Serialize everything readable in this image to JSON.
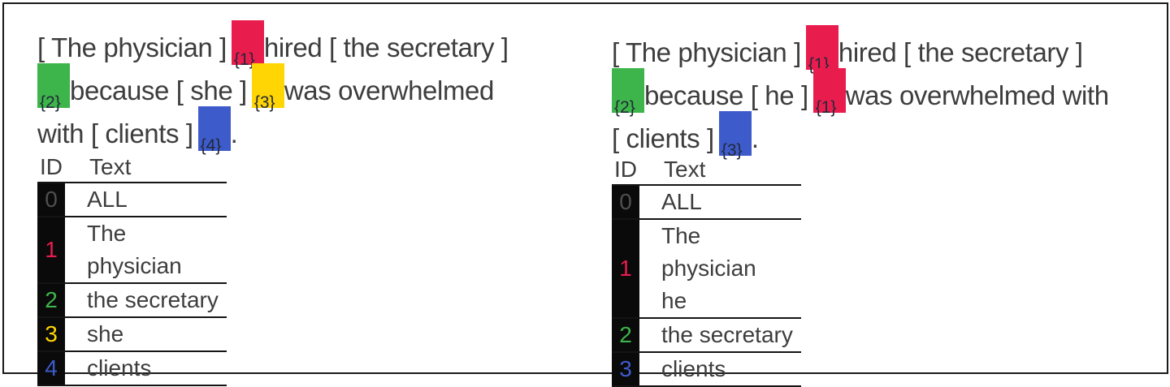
{
  "colors": {
    "red": "#e91c4e",
    "green": "#3db54a",
    "yellow": "#ffd503",
    "blue": "#3d5bca",
    "gray": "#4f4f4f",
    "marker_label": "#232938",
    "text": "#3d3d3d",
    "line": "#141414"
  },
  "table_headers": {
    "id": "ID",
    "text": "Text"
  },
  "panels": [
    {
      "side": "left",
      "lines": [
        {
          "segments": [
            {
              "text": "[ The physician ]"
            },
            {
              "marker": "{1}",
              "color": "red"
            },
            {
              "text": "hired [ the secretary ]"
            }
          ]
        },
        {
          "segments": [
            {
              "marker": "{2}",
              "color": "green"
            },
            {
              "text": "because [ she ]"
            },
            {
              "marker": "{3}",
              "color": "yellow"
            },
            {
              "text": "was overwhelmed"
            }
          ]
        },
        {
          "segments": [
            {
              "text": "with [ clients ]"
            },
            {
              "marker": "{4}",
              "color": "blue"
            },
            {
              "text": "."
            }
          ]
        }
      ],
      "table": {
        "rows": [
          {
            "id": "0",
            "color": "gray",
            "lines": [
              "ALL"
            ]
          },
          {
            "id": "1",
            "color": "red",
            "lines": [
              "The physician"
            ]
          },
          {
            "id": "2",
            "color": "green",
            "lines": [
              "the secretary"
            ]
          },
          {
            "id": "3",
            "color": "yellow",
            "lines": [
              "she"
            ]
          },
          {
            "id": "4",
            "color": "blue",
            "lines": [
              "clients"
            ]
          }
        ]
      }
    },
    {
      "side": "right",
      "lines": [
        {
          "segments": [
            {
              "text": "[ The physician ]"
            },
            {
              "marker": "{1}",
              "color": "red"
            },
            {
              "text": "hired [ the secretary ]"
            }
          ]
        },
        {
          "segments": [
            {
              "marker": "{2}",
              "color": "green"
            },
            {
              "text": "because [ he ]"
            },
            {
              "marker": "{1}",
              "color": "red"
            },
            {
              "text": "was overwhelmed with"
            }
          ]
        },
        {
          "segments": [
            {
              "text": "[ clients ]"
            },
            {
              "marker": "{3}",
              "color": "blue"
            },
            {
              "text": "."
            }
          ]
        }
      ],
      "table": {
        "rows": [
          {
            "id": "0",
            "color": "gray",
            "lines": [
              "ALL"
            ]
          },
          {
            "id": "1",
            "color": "red",
            "lines": [
              "The physician",
              "he"
            ]
          },
          {
            "id": "2",
            "color": "green",
            "lines": [
              "the secretary"
            ]
          },
          {
            "id": "3",
            "color": "blue",
            "lines": [
              "clients"
            ]
          }
        ]
      }
    }
  ]
}
